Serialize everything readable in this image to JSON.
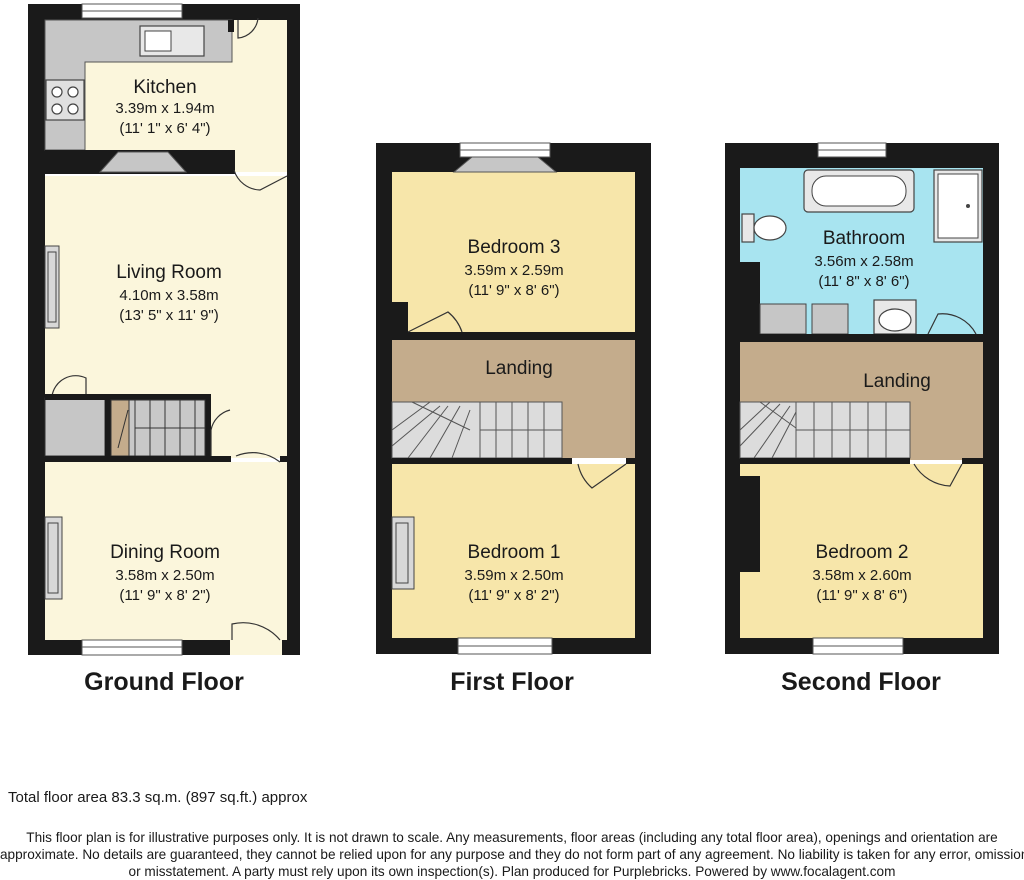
{
  "colors": {
    "wall": "#1a1a1a",
    "cream": "#fbf6dc",
    "bedroom_yellow": "#f7e6aa",
    "landing_tan": "#c4ac8c",
    "bathroom_blue": "#a8e4f0",
    "counter_grey": "#c6c6c6",
    "stair_grey": "#d6d6d6"
  },
  "ground_floor": {
    "title": "Ground Floor",
    "kitchen": {
      "name": "Kitchen",
      "metric": "3.39m x 1.94m",
      "imperial": "(11' 1\" x 6' 4\")"
    },
    "living_room": {
      "name": "Living Room",
      "metric": "4.10m x 3.58m",
      "imperial": "(13' 5\" x 11' 9\")"
    },
    "dining_room": {
      "name": "Dining Room",
      "metric": "3.58m x 2.50m",
      "imperial": "(11' 9\" x 8' 2\")"
    }
  },
  "first_floor": {
    "title": "First Floor",
    "bedroom_3": {
      "name": "Bedroom 3",
      "metric": "3.59m x 2.59m",
      "imperial": "(11' 9\" x 8' 6\")"
    },
    "landing": {
      "name": "Landing"
    },
    "bedroom_1": {
      "name": "Bedroom 1",
      "metric": "3.59m x 2.50m",
      "imperial": "(11' 9\" x 8' 2\")"
    }
  },
  "second_floor": {
    "title": "Second Floor",
    "bathroom": {
      "name": "Bathroom",
      "metric": "3.56m x 2.58m",
      "imperial": "(11' 8\" x 8' 6\")"
    },
    "landing": {
      "name": "Landing"
    },
    "bedroom_2": {
      "name": "Bedroom 2",
      "metric": "3.58m x 2.60m",
      "imperial": "(11' 9\" x 8' 6\")"
    }
  },
  "footer": {
    "total_area": "Total floor area 83.3 sq.m. (897 sq.ft.) approx",
    "disclaimer_lines": [
      "This floor plan is for illustrative purposes only. It is not drawn to scale. Any measurements, floor areas (including any total floor area), openings and orientation are",
      "approximate. No details are guaranteed, they cannot be relied upon for any purpose and they do not form part of any agreement. No liability is taken for any error, omission",
      "or misstatement. A party must rely upon its own inspection(s). Plan produced for Purplebricks. Powered by www.focalagent.com"
    ]
  }
}
